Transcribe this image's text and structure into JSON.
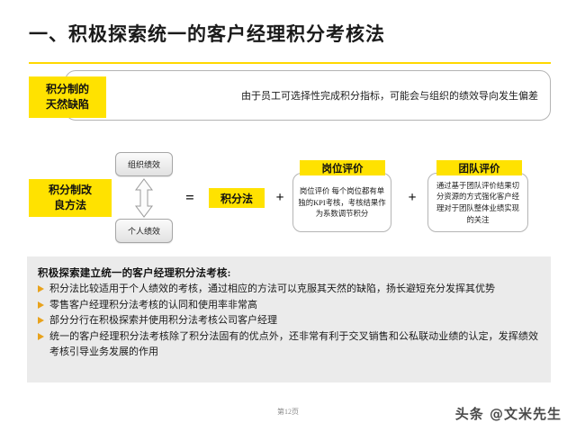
{
  "slide": {
    "title": "一、积极探索统一的客户经理积分考核法",
    "page_number": "第12页",
    "watermark": "头条 @文米先生",
    "accent_yellow": "#ffe200",
    "rule_yellow": "#ffd800",
    "bullet_orange": "#e8a21c",
    "panel_gray": "#ebebeb"
  },
  "defect_row": {
    "label": "积分制的\n天然缺陷",
    "label_line1": "积分制的",
    "label_line2": "天然缺陷",
    "text": "由于员工可选择性完成积分指标，可能会与组织的绩效导向发生偏差"
  },
  "formula": {
    "method_label_line1": "积分制改",
    "method_label_line2": "良方法",
    "org_performance": "组织绩效",
    "individual_performance": "个人绩效",
    "equals": "=",
    "points_method": "积分法",
    "plus": "+",
    "cards": [
      {
        "head": "岗位评价",
        "body": "岗位评价\n每个岗位都有单独的KPI考核，考核结果作为系数调节积分"
      },
      {
        "head": "团队评价",
        "body": "通过基于团队评价结果切分资源的方式强化客户经理对于团队整体业绩实现的关注"
      }
    ]
  },
  "summary": {
    "heading": "积极探索建立统一的客户经理积分法考核:",
    "items": [
      "积分法比较适用于个人绩效的考核，通过相应的方法可以克服其天然的缺陷，扬长避短充分发挥其优势",
      "零售客户经理积分法考核的认同和使用率非常高",
      "部分分行在积极探索并使用积分法考核公司客户经理",
      "统一的客户经理积分法考核除了积分法固有的优点外，还非常有利于交叉销售和公私联动业绩的认定，发挥绩效考核引导业务发展的作用"
    ]
  }
}
